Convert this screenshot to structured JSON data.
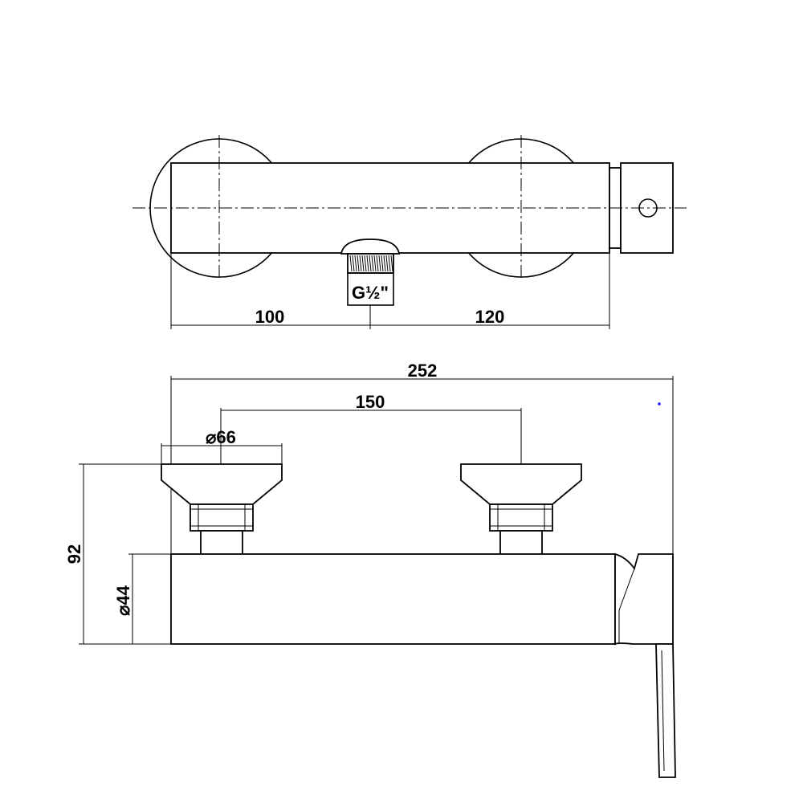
{
  "dimensions": {
    "left_offset": "100",
    "right_offset": "120",
    "thread_size": "G½\"",
    "overall_width": "252",
    "handle_spacing": "150",
    "handle_diameter": "⌀66",
    "overall_height": "92",
    "body_diameter": "⌀44"
  },
  "colors": {
    "line": "#000000",
    "marker": "#1a1aff"
  }
}
